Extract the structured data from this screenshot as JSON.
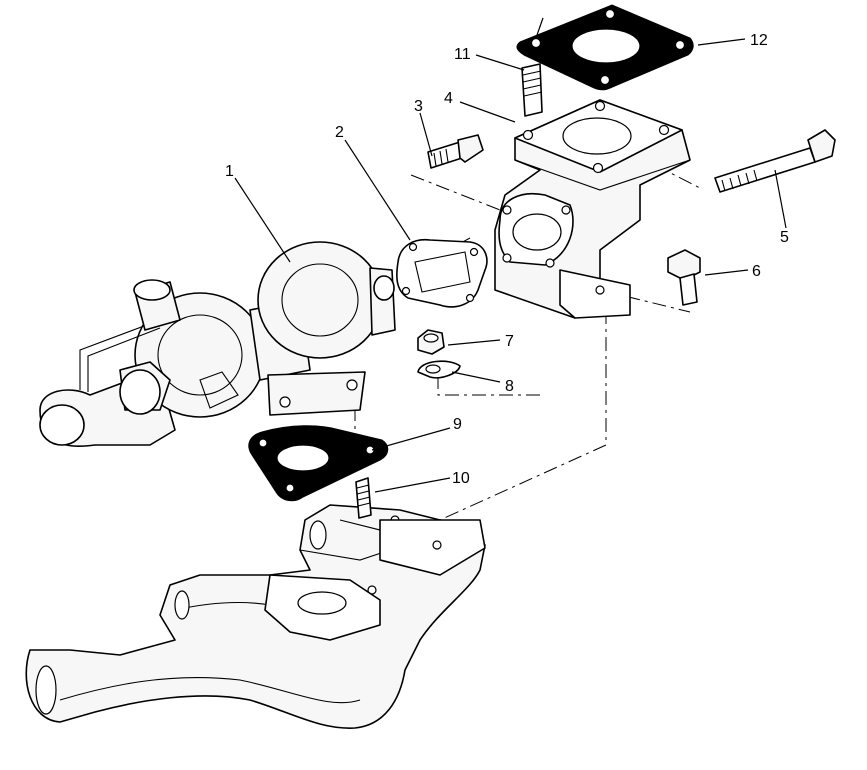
{
  "callouts": [
    {
      "id": "1",
      "label": "1"
    },
    {
      "id": "2",
      "label": "2"
    },
    {
      "id": "3",
      "label": "3"
    },
    {
      "id": "4",
      "label": "4"
    },
    {
      "id": "5",
      "label": "5"
    },
    {
      "id": "6",
      "label": "6"
    },
    {
      "id": "7",
      "label": "7"
    },
    {
      "id": "8",
      "label": "8"
    },
    {
      "id": "9",
      "label": "9"
    },
    {
      "id": "10",
      "label": "10"
    },
    {
      "id": "11",
      "label": "11"
    },
    {
      "id": "12",
      "label": "12"
    }
  ],
  "colors": {
    "ink": "#000000",
    "paper": "#ffffff",
    "shade": "#f7f7f7"
  }
}
